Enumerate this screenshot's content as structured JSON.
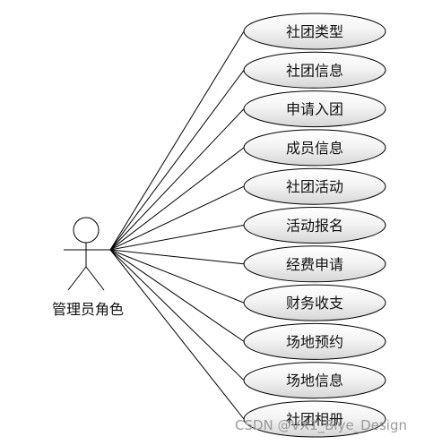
{
  "actor": {
    "label": "管理员角色"
  },
  "use_cases": [
    {
      "label": "社团类型"
    },
    {
      "label": "社团信息"
    },
    {
      "label": "申请入团"
    },
    {
      "label": "成员信息"
    },
    {
      "label": "社团活动"
    },
    {
      "label": "活动报名"
    },
    {
      "label": "经费申请"
    },
    {
      "label": "财务收支"
    },
    {
      "label": "场地预约"
    },
    {
      "label": "场地信息"
    },
    {
      "label": "社团相册"
    }
  ],
  "watermark": {
    "text": "CSDN @VX1_Biye_Design"
  },
  "colors": {
    "ellipse_fill_light": "#ffffff",
    "ellipse_fill_dark": "#d9d9d9",
    "stroke": "#000000",
    "watermark": "#9a9a9a"
  }
}
